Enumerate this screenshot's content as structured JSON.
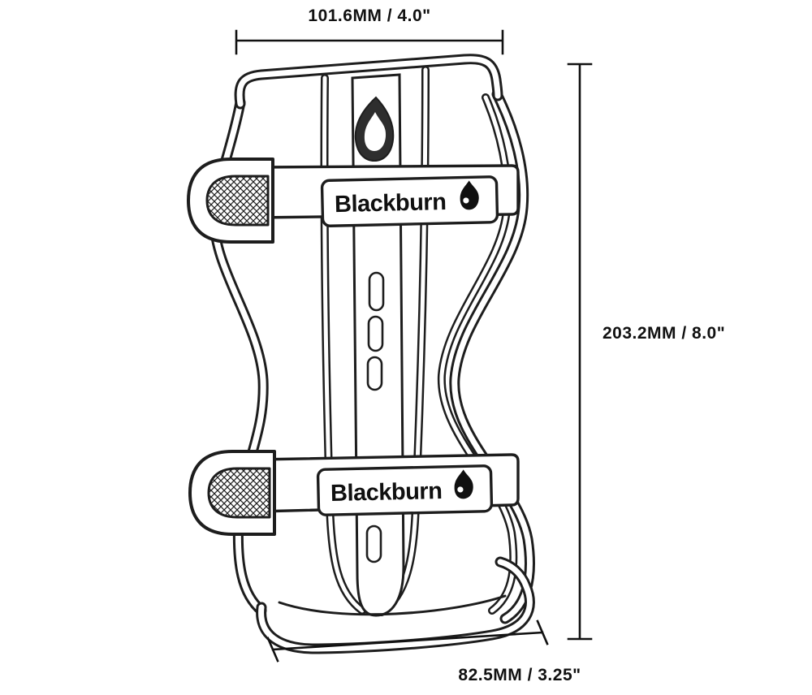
{
  "diagram": {
    "type": "product-dimension-drawing",
    "subject": "cargo cage side view line drawing",
    "line_color": "#1d1d1d",
    "background": "#ffffff",
    "badge_color": "#2e2e2e"
  },
  "dimensions": {
    "top": "101.6MM / 4.0\"",
    "right": "203.2MM / 8.0\"",
    "bottom": "82.5MM / 3.25\""
  },
  "brand": {
    "upper_label": "Blackburn",
    "lower_label": "Blackburn"
  },
  "icons": {
    "flame": "flame-icon"
  }
}
